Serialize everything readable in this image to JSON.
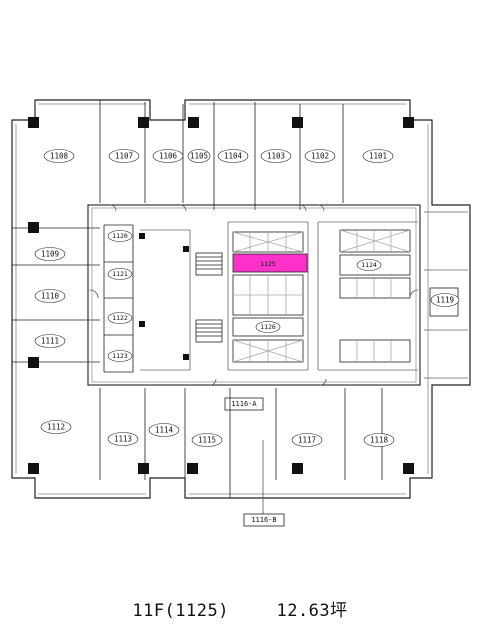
{
  "floor_plan": {
    "highlight_color": "#ff33cc",
    "units": {
      "u1101": "1101",
      "u1102": "1102",
      "u1103": "1103",
      "u1104": "1104",
      "u1105": "1105",
      "u1106": "1106",
      "u1107": "1107",
      "u1108": "1108",
      "u1109": "1109",
      "u1110": "1110",
      "u1111": "1111",
      "u1112": "1112",
      "u1113": "1113",
      "u1114": "1114",
      "u1115": "1115",
      "u1117": "1117",
      "u1118": "1118",
      "u1119": "1119",
      "u1120": "1120",
      "u1121": "1121",
      "u1122": "1122",
      "u1123": "1123",
      "u1124": "1124",
      "u1125": "1125",
      "u1126": "1126"
    },
    "refs": {
      "r1116a": "1116-A",
      "r1116b": "1116-B"
    }
  },
  "caption": {
    "floor": "11F(1125)",
    "area": "12.63坪"
  }
}
